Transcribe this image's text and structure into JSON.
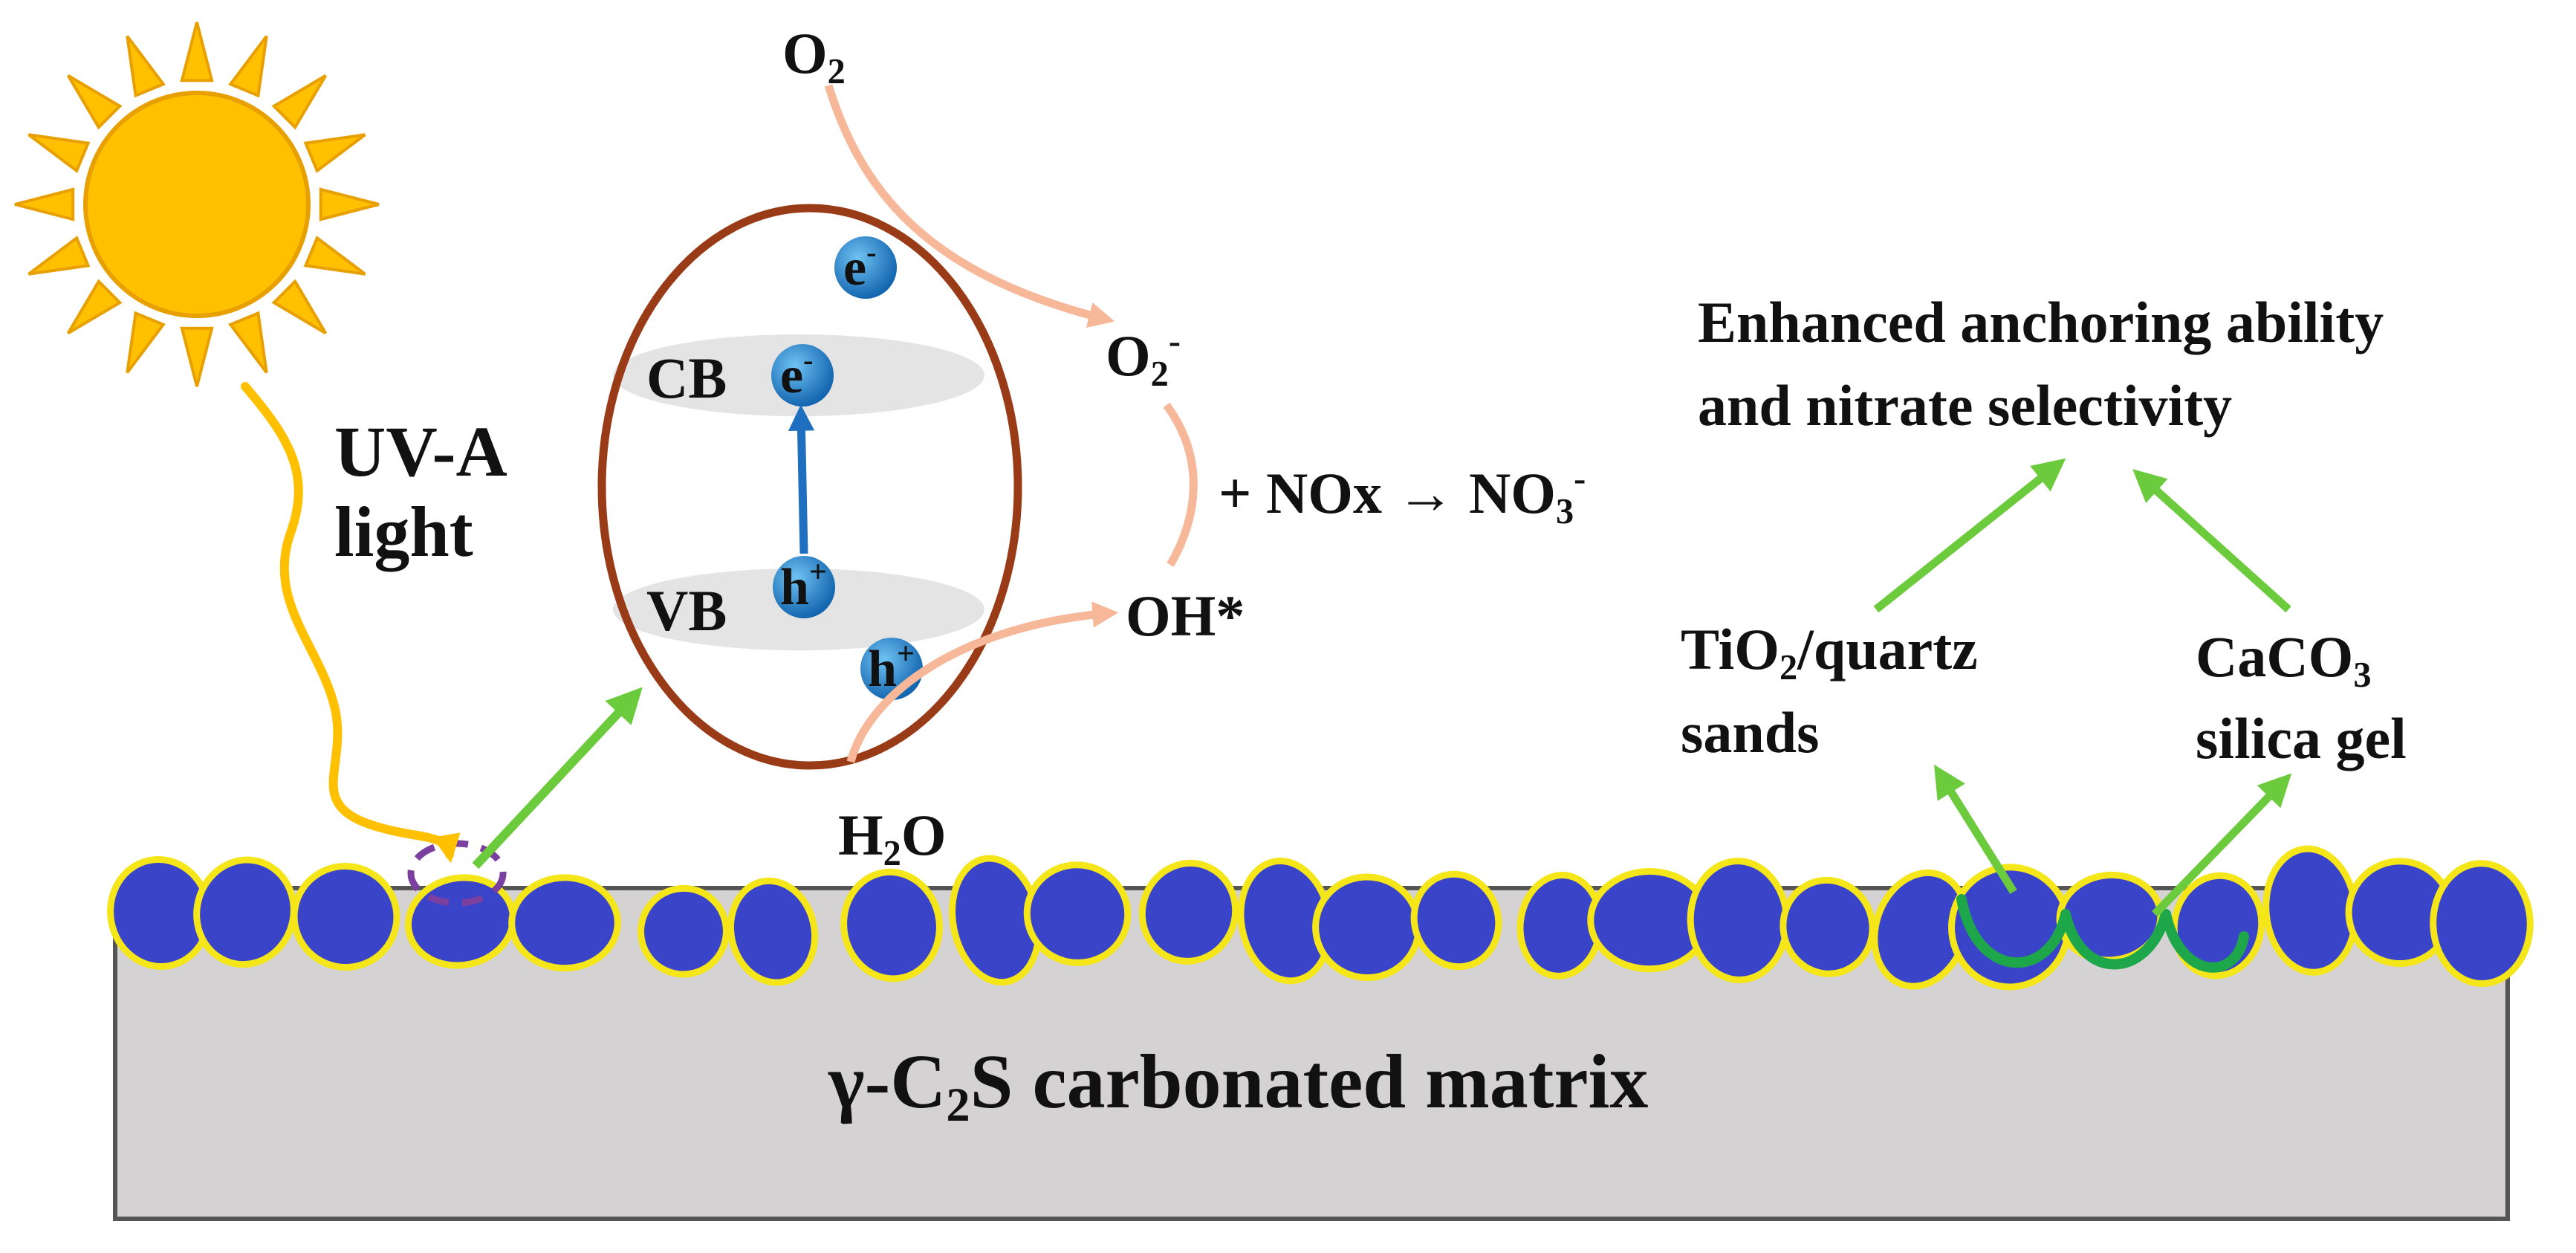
{
  "colors": {
    "sun": "#FFC000",
    "sun_stroke": "#E8A000",
    "light_ray": "#FFC000",
    "band_ellipse": "#9A3B18",
    "band_fill": "#E4E4E4",
    "carrier": "#1E88D0",
    "excitation_arrow": "#1F6FC0",
    "reaction_path": "#F7B89A",
    "green_arrow": "#6CCB3C",
    "anchor_curve": "#1DA64A",
    "particle": "#3A44C8",
    "particle_rim": "#F5E61A",
    "highlight_circle": "#7B3FA0",
    "matrix_fill": "#D5D2D3",
    "matrix_stroke": "#555555"
  },
  "icons": [
    "sun-icon"
  ],
  "labels": {
    "uv_line1": "UV-A",
    "uv_line2": "light",
    "cb": "CB",
    "vb": "VB",
    "electron": "e",
    "electron_sup": "-",
    "hole": "h",
    "hole_sup": "+",
    "o2": "O",
    "o2_sub": "2",
    "superoxide": "O",
    "superoxide_sub": "2",
    "superoxide_sup": "-",
    "hydroxyl": "OH*",
    "water_h": "H",
    "water_sub": "2",
    "water_o": "O",
    "reaction_prefix": "+ NOx → NO",
    "reaction_sub": "3",
    "reaction_sup": "-",
    "enhanced_line1": "Enhanced anchoring ability",
    "enhanced_line2": "and nitrate selectivity",
    "tio2_ti": "TiO",
    "tio2_sub": "2",
    "tio2_rest": "/quartz",
    "sands": "sands",
    "caco3": "CaCO",
    "caco3_sub": "3",
    "silica_gel": "silica gel",
    "matrix_prefix": "γ-C",
    "matrix_sub": "2",
    "matrix_rest": "S carbonated matrix"
  }
}
